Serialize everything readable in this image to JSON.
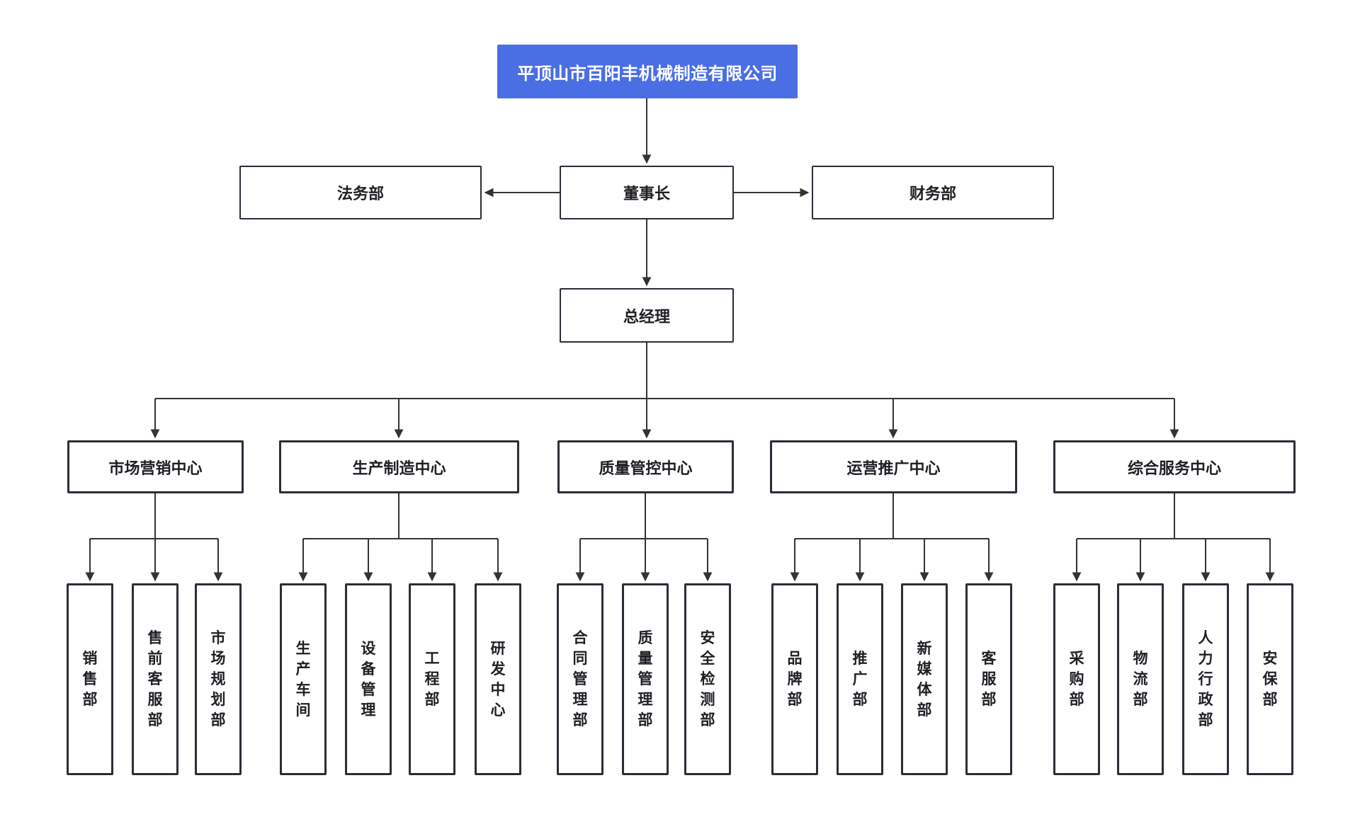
{
  "diagram": {
    "type": "org-chart",
    "colors": {
      "root_fill": "#4a6ee3",
      "root_text": "#ffffff",
      "box_fill": "#ffffff",
      "box_border": "#2a2e37",
      "box_text": "#1d1f24",
      "connector": "#333333",
      "background": "#ffffff"
    },
    "root": {
      "label": "平顶山市百阳丰机械制造有限公司"
    },
    "executive_row": {
      "legal": {
        "label": "法务部"
      },
      "chairman": {
        "label": "董事长"
      },
      "finance": {
        "label": "财务部"
      }
    },
    "general_manager": {
      "label": "总经理"
    },
    "centers": [
      {
        "label": "市场营销中心",
        "departments": [
          "销售部",
          "售前客服部",
          "市场规划部"
        ]
      },
      {
        "label": "生产制造中心",
        "departments": [
          "生产车间",
          "设备管理",
          "工程部",
          "研发中心"
        ]
      },
      {
        "label": "质量管控中心",
        "departments": [
          "合同管理部",
          "质量管理部",
          "安全检测部"
        ]
      },
      {
        "label": "运营推广中心",
        "departments": [
          "品牌部",
          "推广部",
          "新媒体部",
          "客服部"
        ]
      },
      {
        "label": "综合服务中心",
        "departments": [
          "采购部",
          "物流部",
          "人力行政部",
          "安保部"
        ]
      }
    ]
  }
}
